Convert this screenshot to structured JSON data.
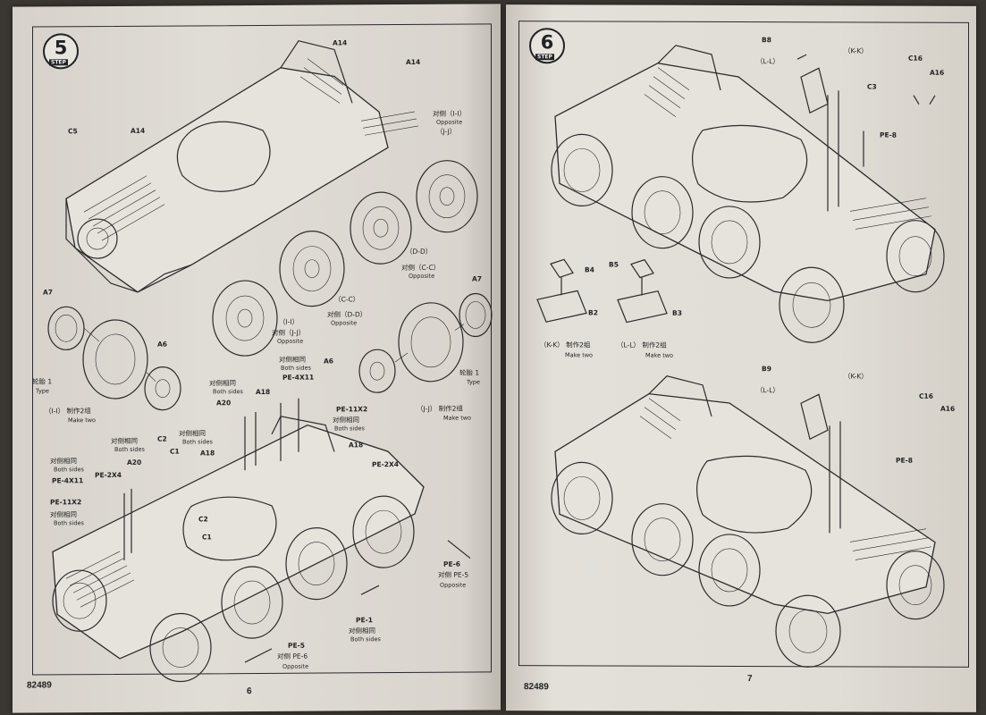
{
  "left_page": {
    "step_number": "5",
    "step_label": "STEP",
    "catalog_number": "82489",
    "page_number": "6",
    "callouts": {
      "a14_top": "A14",
      "a14_mid": "A14",
      "a14_left": "A14",
      "c5": "C5",
      "opp_jj_cn": "对侧（I-I）",
      "opp_jj_en": "Opposite",
      "jj_top": "（J-J）",
      "dd": "（D-D）",
      "opp_cc_cn": "对侧（C-C）",
      "opp_cc_en": "Opposite",
      "cc": "（C-C）",
      "opp_dd_cn": "对侧（D-D）",
      "opp_dd_en": "Opposite",
      "ii": "（I-I）",
      "opp_jj2_cn": "对侧（J-J）",
      "opp_jj2_en": "Opposite",
      "a7_left": "A7",
      "a7_right": "A7",
      "a6_left": "A6",
      "a6_right": "A6",
      "tire_left_cn": "轮胎 1",
      "tire_left_en": "Type",
      "tire_right_cn": "轮胎 1",
      "tire_right_en": "Type",
      "make_two_left_cn": "（I-I） 制作2组",
      "make_two_left_en": "Make two",
      "make_two_right_cn": "（J-J） 制作2组",
      "make_two_right_en": "Make two",
      "both_sides_1_cn": "对侧相同",
      "both_sides_1_en": "Both sides",
      "a20_top": "A20",
      "both_sides_2_cn": "对侧相同",
      "both_sides_2_en": "Both sides",
      "pe4x11_top": "PE-4X11",
      "a18_top": "A18",
      "pe11x2_top": "PE-11X2",
      "both_sides_3_cn": "对侧相同",
      "both_sides_3_en": "Both sides",
      "a18_right": "A18",
      "pe2x4_right": "PE-2X4",
      "both_sides_4_cn": "对侧相同",
      "both_sides_4_en": "Both sides",
      "c2_top": "C2",
      "c1_top": "C1",
      "both_sides_5_cn": "对侧相同",
      "both_sides_5_en": "Both sides",
      "a18_mid": "A18",
      "a20_mid": "A20",
      "both_sides_6_cn": "对侧相同",
      "both_sides_6_en": "Both sides",
      "pe4x11_left": "PE-4X11",
      "pe2x4_left": "PE-2X4",
      "pe11x2_left": "PE-11X2",
      "both_sides_7_cn": "对侧相同",
      "both_sides_7_en": "Both sides",
      "c2_low": "C2",
      "c1_low": "C1",
      "pe6": "PE-6",
      "opp_pe5_cn": "对侧 PE-5",
      "opp_pe5_en": "Opposite",
      "pe1": "PE-1",
      "both_sides_8_cn": "对侧相同",
      "both_sides_8_en": "Both sides",
      "pe5": "PE-5",
      "opp_pe6_cn": "对侧 PE-6",
      "opp_pe6_en": "Opposite"
    }
  },
  "right_page": {
    "step_number": "6",
    "step_label": "STEP",
    "catalog_number": "82489",
    "page_number": "7",
    "callouts": {
      "b8": "B8",
      "ll_top": "（L-L）",
      "kk_top": "（K-K）",
      "c16": "C16",
      "a16": "A16",
      "c3": "C3",
      "pe8_top": "PE-8",
      "b4": "B4",
      "b2": "B2",
      "b5": "B5",
      "b3": "B3",
      "kk_make_cn": "（K-K） 制作2组",
      "kk_make_en": "Make two",
      "ll_make_cn": "（L-L） 制作2组",
      "ll_make_en": "Make two",
      "b9": "B9",
      "ll_low": "（L-L）",
      "kk_low": "（K-K）",
      "c16_low": "C16",
      "a16_low": "A16",
      "pe8_low": "PE-8"
    }
  }
}
